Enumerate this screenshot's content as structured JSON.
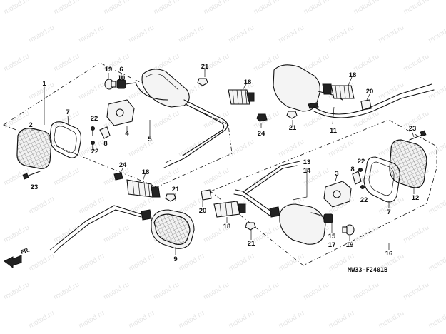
{
  "diagram_code": "MW33-F2401B",
  "front_label": "FR.",
  "watermark": "motod.ru",
  "callouts": [
    "1",
    "2",
    "3",
    "4",
    "5",
    "6",
    "7",
    "8",
    "9",
    "10",
    "11",
    "12",
    "13",
    "14",
    "15",
    "16",
    "17",
    "18",
    "19",
    "20",
    "21",
    "22",
    "23",
    "24"
  ]
}
